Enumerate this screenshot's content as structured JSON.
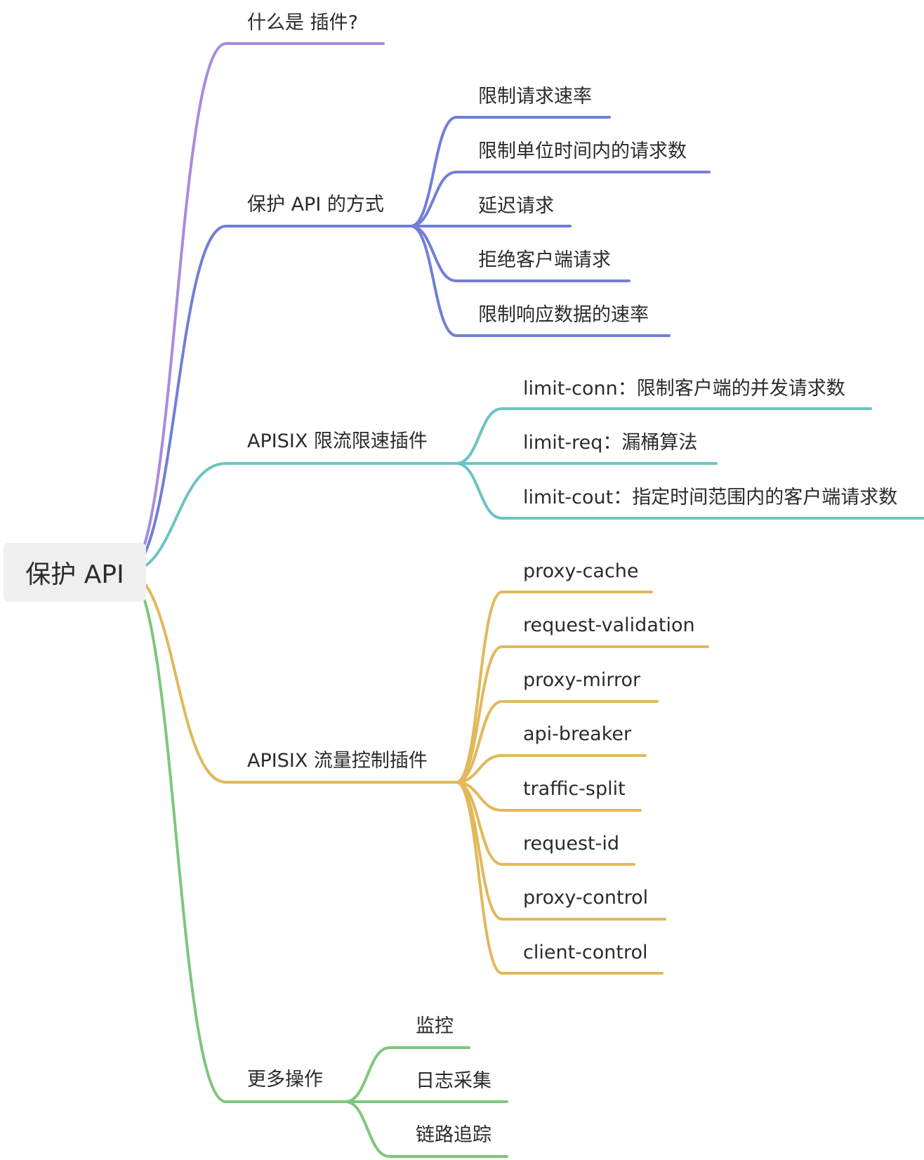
{
  "root": {
    "label": "保护 API"
  },
  "branches": [
    {
      "key": "plugin",
      "label": "什么是 插件?",
      "color": "#a98bdb",
      "children": []
    },
    {
      "key": "protect",
      "label": "保护 API 的方式",
      "color": "#717fd7",
      "children": [
        "限制请求速率",
        "限制单位时间内的请求数",
        "延迟请求",
        "拒绝客户端请求",
        "限制响应数据的速率"
      ]
    },
    {
      "key": "limit",
      "label": "APISIX 限流限速插件",
      "color": "#6cc4c2",
      "children": [
        "limit-conn：限制客户端的并发请求数",
        "limit-req：漏桶算法",
        "limit-cout：指定时间范围内的客户端请求数"
      ]
    },
    {
      "key": "traffic",
      "label": "APISIX 流量控制插件",
      "color": "#e2b85b",
      "children": [
        "proxy-cache",
        "request-validation",
        "proxy-mirror",
        "api-breaker",
        "traffic-split",
        "request-id",
        "proxy-control",
        "client-control"
      ]
    },
    {
      "key": "more",
      "label": "更多操作",
      "color": "#7ec67b",
      "children": [
        "监控",
        "日志采集",
        "链路追踪"
      ]
    }
  ]
}
